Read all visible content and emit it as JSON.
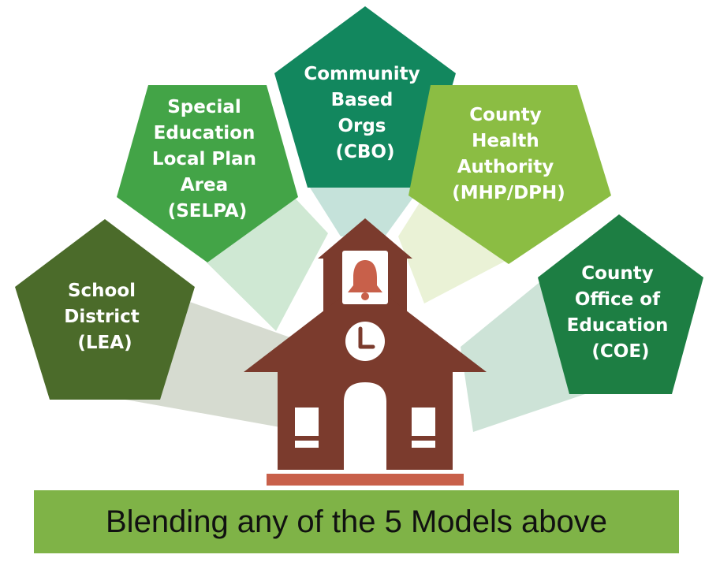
{
  "models": [
    {
      "id": "lea",
      "lines": [
        "School",
        "District",
        "(LEA)"
      ],
      "color": "#4b6b2a",
      "ray_color": "#d6dbd0"
    },
    {
      "id": "selpa",
      "lines": [
        "Special",
        "Education",
        "Local Plan",
        "Area",
        "(SELPA)"
      ],
      "color": "#43a447",
      "ray_color": "#cfe8d3"
    },
    {
      "id": "cbo",
      "lines": [
        "Community",
        "Based",
        "Orgs",
        "(CBO)"
      ],
      "color": "#12875e",
      "ray_color": "#c5e2da"
    },
    {
      "id": "county-health",
      "lines": [
        "County",
        "Health",
        "Authority",
        "(MHP/DPH)"
      ],
      "color": "#8bbd43",
      "ray_color": "#eaf2d6"
    },
    {
      "id": "coe",
      "lines": [
        "County",
        "Office of",
        "Education",
        "(COE)"
      ],
      "color": "#1d7e43",
      "ray_color": "#cde3d7"
    }
  ],
  "school": {
    "color": "#7b3b2d",
    "bell_color": "#c8604a",
    "base_color": "#c8604a"
  },
  "banner": {
    "text": "Blending any of the 5 Models above",
    "color": "#7fb347"
  }
}
